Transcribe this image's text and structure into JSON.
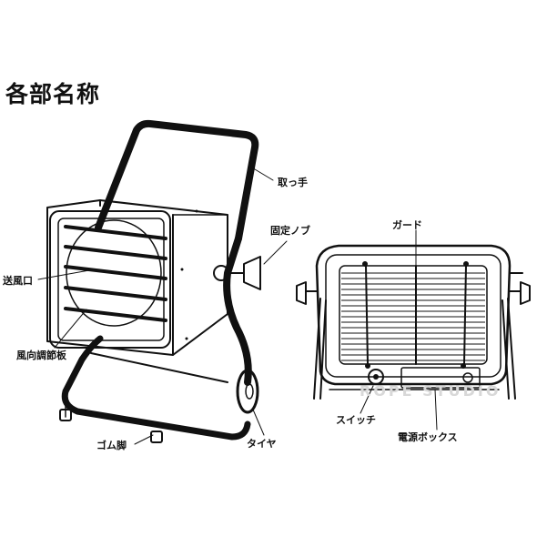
{
  "heading": "各部名称",
  "watermark": "ROPE STUDIO",
  "labels": {
    "handle": "取っ手",
    "knob": "固定ノブ",
    "outlet": "送風口",
    "louver": "風向調節板",
    "rubber_feet": "ゴム脚",
    "tire": "タイヤ",
    "guard": "ガード",
    "switch": "スイッチ",
    "power_box": "電源ボックス"
  }
}
